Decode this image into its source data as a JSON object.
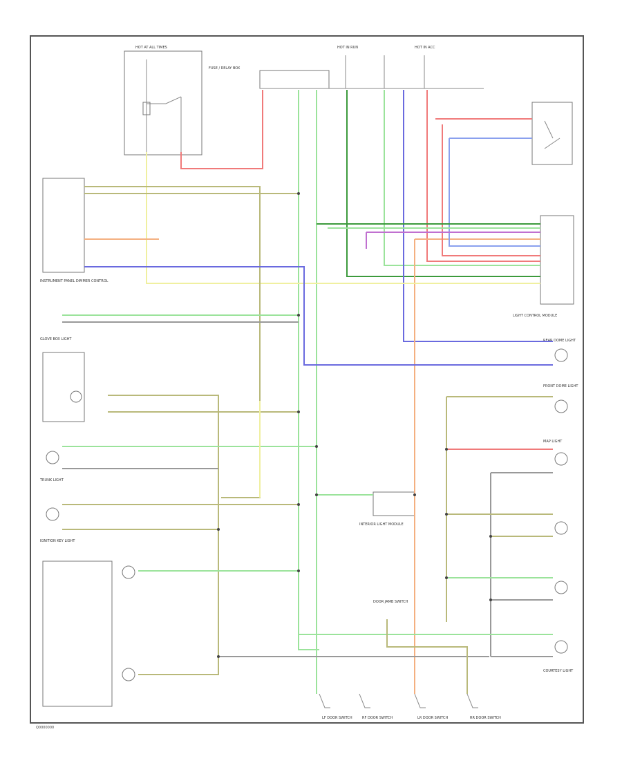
{
  "diagram": {
    "footer_label": "Q0000000",
    "colors": {
      "green": "#9be39b",
      "olive": "#b9b97a",
      "blue": "#6a6adf",
      "purple": "#c070d0",
      "red": "#f07a7a",
      "orange": "#f4b080",
      "yellow": "#f0f0a0",
      "dark_green": "#3c9a3c",
      "light_blue": "#8aa0ee",
      "gray": "#999999"
    },
    "components": [
      {
        "id": "hot-at-all-times",
        "text": "HOT AT ALL TIMES"
      },
      {
        "id": "fuse-relay-box",
        "text": "FUSE / RELAY BOX"
      },
      {
        "id": "hot-in-run",
        "text": "HOT IN RUN"
      },
      {
        "id": "hot-in-acc",
        "text": "HOT IN ACC"
      },
      {
        "id": "light-control-module",
        "text": "LIGHT CONTROL MODULE"
      },
      {
        "id": "dimmer-control",
        "text": "INSTRUMENT PANEL DIMMER CONTROL"
      },
      {
        "id": "glove-box-light",
        "text": "GLOVE BOX LIGHT"
      },
      {
        "id": "trunk-light",
        "text": "TRUNK LIGHT"
      },
      {
        "id": "ignition-key-light",
        "text": "IGNITION KEY LIGHT"
      },
      {
        "id": "rear-dome-light",
        "text": "REAR DOME LIGHT"
      },
      {
        "id": "front-dome-light",
        "text": "FRONT DOME LIGHT"
      },
      {
        "id": "map-light",
        "text": "MAP LIGHT"
      },
      {
        "id": "courtesy-light",
        "text": "COURTESY LIGHT"
      },
      {
        "id": "interior-light-module",
        "text": "INTERIOR LIGHT MODULE"
      },
      {
        "id": "door-jamb-switch",
        "text": "DOOR JAMB SWITCH"
      },
      {
        "id": "lf-door-switch",
        "text": "LF DOOR SWITCH"
      },
      {
        "id": "rf-door-switch",
        "text": "RF DOOR SWITCH"
      },
      {
        "id": "lr-door-switch",
        "text": "LR DOOR SWITCH"
      },
      {
        "id": "rr-door-switch",
        "text": "RR DOOR SWITCH"
      }
    ]
  }
}
